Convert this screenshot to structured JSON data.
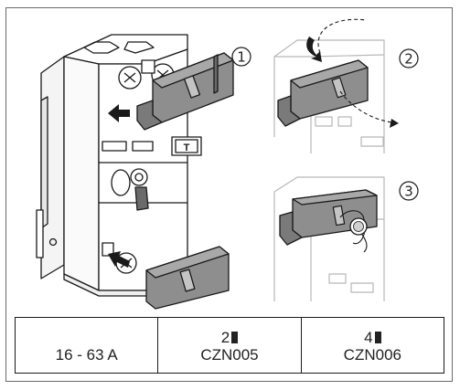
{
  "steps": [
    "1",
    "2",
    "3"
  ],
  "breaker_button_label": "T",
  "table": {
    "rating": "16 - 63 A",
    "col2_qty": "2",
    "col2_ref": "CZN005",
    "col3_qty": "4",
    "col3_ref": "CZN006"
  },
  "colors": {
    "cover_gray": "#8e8e8e",
    "faded_line": "#b8b8b8",
    "ink": "#1a1a1a"
  }
}
